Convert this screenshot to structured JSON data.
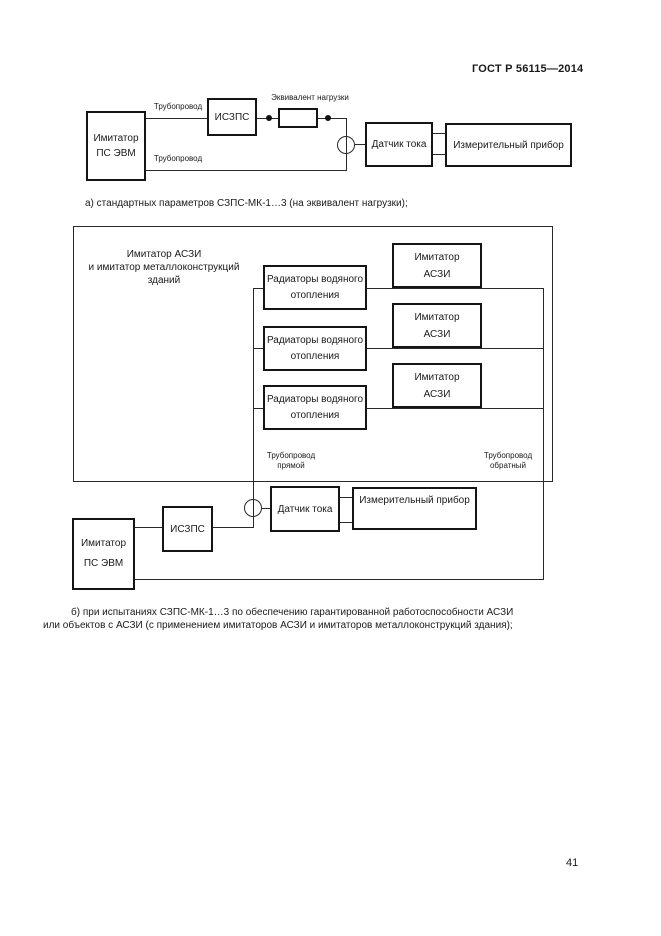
{
  "page": {
    "header": "ГОСТ Р 56115—2014",
    "number": "41"
  },
  "colors": {
    "ink": "#1a1a1a",
    "paper": "#ffffff"
  },
  "diagram_a": {
    "imitator_ps_evm": {
      "line1": "Имитатор",
      "line2": "ПС ЭВМ"
    },
    "iszps": "ИСЗПС",
    "pipe_top": "Трубопровод",
    "pipe_bottom": "Трубопровод",
    "load_equivalent_label": "Эквивалент нагрузки",
    "current_sensor": "Датчик тока",
    "measuring_device": "Измерительный прибор",
    "caption": "а) стандартных параметров СЗПС-МК-1…3 (на эквивалент нагрузки);"
  },
  "diagram_b": {
    "title": {
      "line1": "Имитатор АСЗИ",
      "line2": "и имитатор металлоконструкций",
      "line3": "зданий"
    },
    "radiators": [
      {
        "line1": "Радиаторы водяного",
        "line2": "отопления"
      },
      {
        "line1": "Радиаторы водяного",
        "line2": "отопления"
      },
      {
        "line1": "Радиаторы водяного",
        "line2": "отопления"
      }
    ],
    "imitators": [
      {
        "line1": "Имитатор",
        "line2": "АСЗИ"
      },
      {
        "line1": "Имитатор",
        "line2": "АСЗИ"
      },
      {
        "line1": "Имитатор",
        "line2": "АСЗИ"
      }
    ],
    "pipe_forward": {
      "line1": "Трубопровод",
      "line2": "прямой"
    },
    "pipe_return": {
      "line1": "Трубопровод",
      "line2": "обратный"
    },
    "iszps": "ИСЗПС",
    "imitator_ps_evm": {
      "line1": "Имитатор",
      "line2": "ПС ЭВМ"
    },
    "current_sensor": "Датчик тока",
    "measuring_device": "Измерительный прибор",
    "caption_line1": "б) при испытаниях СЗПС-МК-1…3 по обеспечению гарантированной работоспособности АСЗИ",
    "caption_line2": "или объектов с АСЗИ (с применением имитаторов АСЗИ и имитаторов металлоконструкций здания);"
  }
}
